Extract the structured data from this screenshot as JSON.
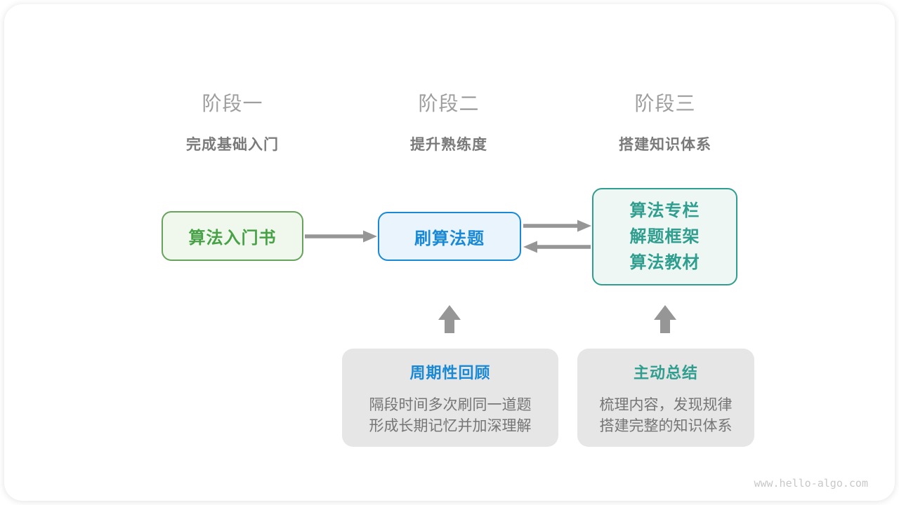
{
  "stages": [
    {
      "label": "阶段一",
      "subtitle": "完成基础入门"
    },
    {
      "label": "阶段二",
      "subtitle": "提升熟练度"
    },
    {
      "label": "阶段三",
      "subtitle": "搭建知识体系"
    }
  ],
  "nodes": {
    "intro_book": {
      "label": "算法入门书"
    },
    "practice": {
      "label": "刷算法题"
    },
    "resources": {
      "lines": [
        "算法专栏",
        "解题框架",
        "算法教材"
      ]
    }
  },
  "notes": [
    {
      "title": "周期性回顾",
      "lines": [
        "隔段时间多次刷同一道题",
        "形成长期记忆并加深理解"
      ]
    },
    {
      "title": "主动总结",
      "lines": [
        "梳理内容，发现规律",
        "搭建完整的知识体系"
      ]
    }
  ],
  "watermark": "www.hello-algo.com",
  "colors": {
    "card_bg": "#ffffff",
    "stage_label": "#9e9e9e",
    "stage_subtitle": "#7a7a7a",
    "green_text": "#47a247",
    "green_border": "#67a35c",
    "green_bg": "#f0f7ec",
    "blue_text": "#1989d6",
    "blue_border": "#1989d6",
    "blue_bg": "#eaf4fc",
    "teal_text": "#2f9e8f",
    "teal_border": "#2f9e8f",
    "teal_bg": "#eef7f4",
    "note_bg": "#e6e6e6",
    "note_text": "#757575",
    "arrow": "#969696",
    "watermark": "#c8c8c8"
  }
}
